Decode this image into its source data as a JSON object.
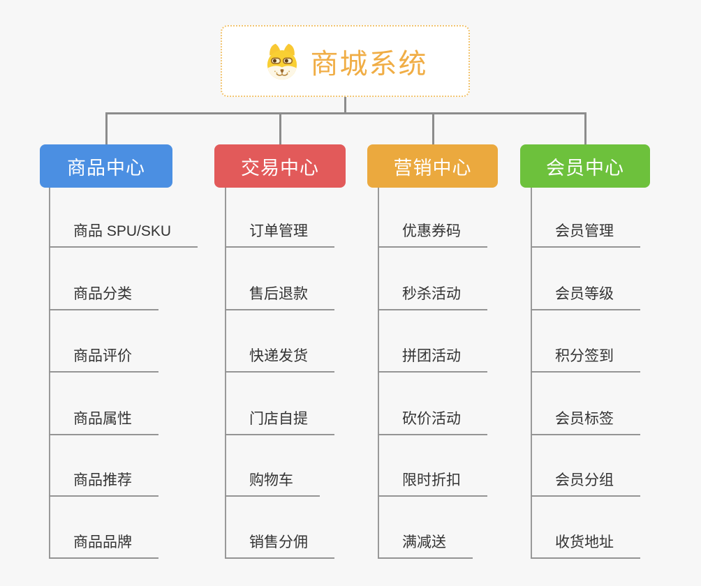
{
  "root": {
    "title": "商城系统",
    "icon": "doge-icon",
    "title_color": "#F0AD45",
    "border_color": "#F2C46F"
  },
  "colors": {
    "background": "#F7F7F7",
    "connector": "#8C8C8C",
    "spine_line": "#999999",
    "leaf_text": "#333333"
  },
  "branches": [
    {
      "label": "商品中心",
      "color": "#4B8FE2",
      "items": [
        "商品 SPU/SKU",
        "商品分类",
        "商品评价",
        "商品属性",
        "商品推荐",
        "商品品牌"
      ]
    },
    {
      "label": "交易中心",
      "color": "#E25A5A",
      "items": [
        "订单管理",
        "售后退款",
        "快递发货",
        "门店自提",
        "购物车",
        "销售分佣"
      ]
    },
    {
      "label": "营销中心",
      "color": "#EBA93E",
      "items": [
        "优惠券码",
        "秒杀活动",
        "拼团活动",
        "砍价活动",
        "限时折扣",
        "满减送"
      ]
    },
    {
      "label": "会员中心",
      "color": "#6DC13C",
      "items": [
        "会员管理",
        "会员等级",
        "积分签到",
        "会员标签",
        "会员分组",
        "收货地址"
      ]
    }
  ]
}
